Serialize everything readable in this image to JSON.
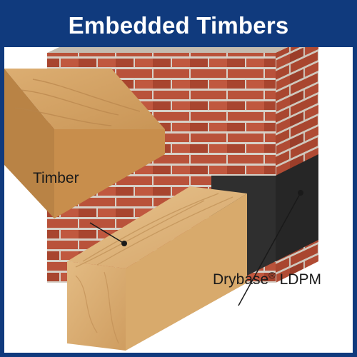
{
  "title": "Embedded Timbers",
  "labels": {
    "timber": "Timber",
    "drybase_name": "Drybase",
    "drybase_mark": "®",
    "drybase_product": " LDPM"
  },
  "colors": {
    "frame_blue": "#103a7d",
    "brick": "#b8513a",
    "mortar": "#d9d4cc",
    "membrane": "#2e2e2e",
    "timber": "#d9ad72"
  },
  "icons": {
    "brick_wall": "brick-wall-illustration",
    "timber_beam": "timber-beam-illustration",
    "floor_board": "floor-board-illustration",
    "membrane": "ldpm-membrane-illustration"
  }
}
